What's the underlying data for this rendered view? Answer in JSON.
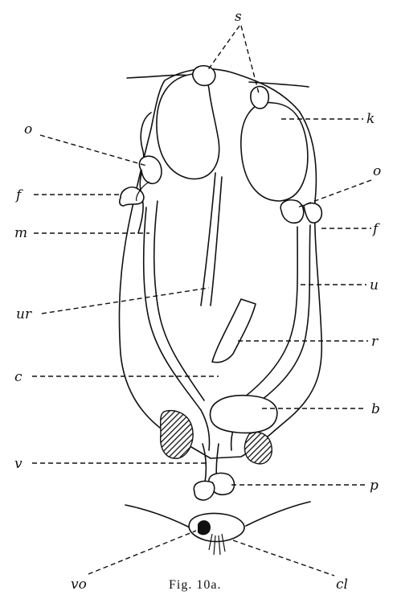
{
  "figure": {
    "caption": "Fig. 10a.",
    "labels": {
      "s": "s",
      "k": "k",
      "o_left": "o",
      "f_left": "f",
      "o_right": "o",
      "f_right": "f",
      "m": "m",
      "u": "u",
      "ur": "ur",
      "r": "r",
      "c": "c",
      "b": "b",
      "v": "v",
      "p": "p",
      "vo": "vo",
      "cl": "cl"
    }
  }
}
